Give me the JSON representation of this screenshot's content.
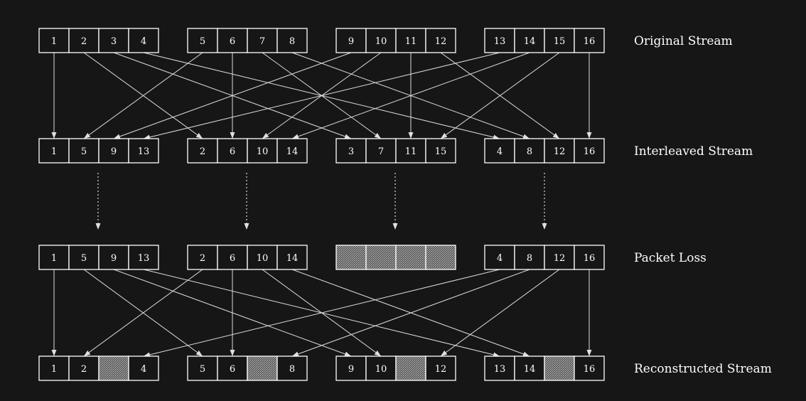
{
  "rows": [
    {
      "label": "Original Stream",
      "groups": [
        [
          "1",
          "2",
          "3",
          "4"
        ],
        [
          "5",
          "6",
          "7",
          "8"
        ],
        [
          "9",
          "10",
          "11",
          "12"
        ],
        [
          "13",
          "14",
          "15",
          "16"
        ]
      ]
    },
    {
      "label": "Interleaved Stream",
      "groups": [
        [
          "1",
          "5",
          "9",
          "13"
        ],
        [
          "2",
          "6",
          "10",
          "14"
        ],
        [
          "3",
          "7",
          "11",
          "15"
        ],
        [
          "4",
          "8",
          "12",
          "16"
        ]
      ]
    },
    {
      "label": "Packet Loss",
      "groups": [
        [
          "1",
          "5",
          "9",
          "13"
        ],
        [
          "2",
          "6",
          "10",
          "14"
        ],
        [
          "",
          "",
          "",
          ""
        ],
        [
          "4",
          "8",
          "12",
          "16"
        ]
      ],
      "lost_groups": [
        2
      ]
    },
    {
      "label": "Reconstructed Stream",
      "groups": [
        [
          "1",
          "2",
          "",
          "4"
        ],
        [
          "5",
          "6",
          "",
          "8"
        ],
        [
          "9",
          "10",
          "",
          "12"
        ],
        [
          "13",
          "14",
          "",
          "16"
        ]
      ],
      "lost_cells": [
        2
      ]
    }
  ],
  "colors": {
    "background": "#161616",
    "foreground": "#ffffff",
    "lost_pattern": "#888888"
  }
}
